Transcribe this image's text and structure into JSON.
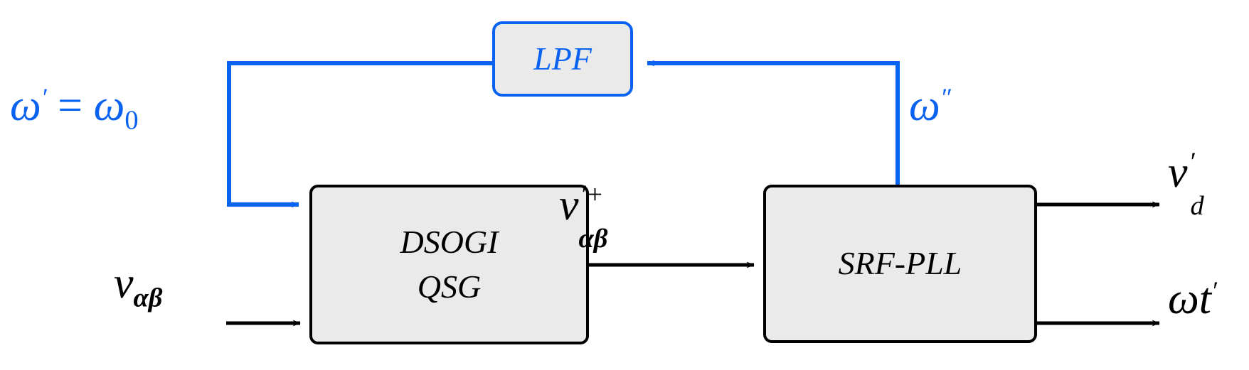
{
  "diagram": {
    "title": "DSOGI-QSG based SRF-PLL block diagram",
    "colors": {
      "blue": "#0a62f0",
      "black": "#000000",
      "block_fill": "#eaeaea",
      "background": "#ffffff"
    },
    "blocks": [
      {
        "id": "lpf",
        "label": "LPF",
        "label_lines": [
          "LPF"
        ],
        "color": "#0a62f0",
        "fill": "#eaeaea"
      },
      {
        "id": "dsogi_qsg",
        "label": "DSOGI QSG",
        "label_lines": [
          "DSOGI",
          "QSG"
        ],
        "color": "#000000",
        "fill": "#eaeaea"
      },
      {
        "id": "srf_pll",
        "label": "SRF-PLL",
        "label_lines": [
          "SRF-PLL"
        ],
        "color": "#000000",
        "fill": "#eaeaea"
      }
    ],
    "labels": {
      "omega_ref": {
        "text": "ω′ = ω₀",
        "base_left": "ω",
        "prime_left": "′",
        "equals": " = ",
        "base_right": "ω",
        "subscript_right": "0",
        "color": "#0a62f0"
      },
      "omega_double_prime": {
        "text": "ω″",
        "base": "ω",
        "superscript": "″",
        "color": "#0a62f0"
      },
      "v_alpha_beta_in": {
        "text": "v_αβ",
        "base": "v",
        "subscript": "αβ",
        "color": "#000000"
      },
      "v_prime_plus_alpha_beta": {
        "text": "v′⁺_αβ",
        "base": "v",
        "superscript": "′+",
        "subscript": "αβ",
        "color": "#000000"
      },
      "v_prime_d_out": {
        "text": "v′_d",
        "base": "v",
        "superscript": "′",
        "subscript": "d",
        "color": "#000000"
      },
      "omega_t_prime_out": {
        "text": "ωt′",
        "base": "ωt",
        "superscript": "′",
        "color": "#000000"
      }
    },
    "signals": [
      {
        "id": "feedback-omega-prime",
        "from": "lpf",
        "to": "dsogi_qsg",
        "label": "ω′ = ω₀",
        "color": "#0a62f0"
      },
      {
        "id": "omega-double-prime-feedback",
        "from": "srf_pll",
        "to": "lpf",
        "label": "ω″",
        "color": "#0a62f0"
      },
      {
        "id": "grid-voltage-input",
        "from": "grid",
        "to": "dsogi_qsg",
        "label": "v_αβ",
        "color": "#000000"
      },
      {
        "id": "positive-sequence-voltage",
        "from": "dsogi_qsg",
        "to": "srf_pll",
        "label": "v′⁺_αβ",
        "color": "#000000"
      },
      {
        "id": "vd-output",
        "from": "srf_pll",
        "to": "out",
        "label": "v′_d",
        "color": "#000000"
      },
      {
        "id": "theta-output",
        "from": "srf_pll",
        "to": "out",
        "label": "ωt′",
        "color": "#000000"
      }
    ]
  }
}
